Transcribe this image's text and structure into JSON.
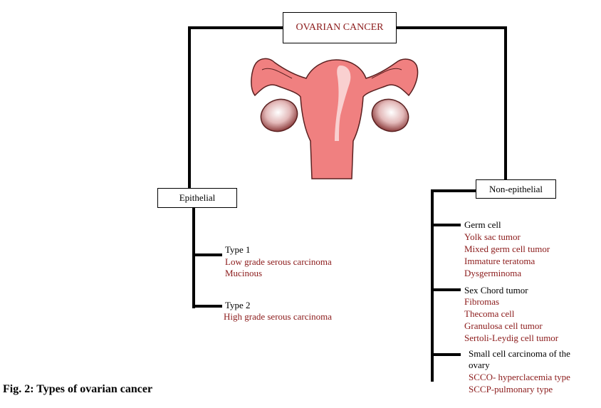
{
  "title": "OVARIAN CANCER",
  "colors": {
    "item_text": "#8b1a1a",
    "uterus_body": "#f08080",
    "uterus_cavity": "#f9d0d0",
    "ovary": "#c9898a",
    "line": "#000000"
  },
  "left_branch": {
    "label": "Epithelial",
    "groups": [
      {
        "heading": "Type 1",
        "items": [
          "Low grade serous carcinoma",
          "Mucinous"
        ]
      },
      {
        "heading": "Type 2",
        "items": [
          "High grade serous carcinoma"
        ]
      }
    ]
  },
  "right_branch": {
    "label": "Non-epithelial",
    "groups": [
      {
        "heading": "Germ cell",
        "items": [
          "Yolk sac tumor",
          "Mixed germ cell tumor",
          "Immature teratoma",
          "Dysgerminoma"
        ]
      },
      {
        "heading": "Sex Chord tumor",
        "items": [
          "Fibromas",
          "Thecoma cell",
          "Granulosa cell tumor",
          "Sertoli-Leydig cell tumor"
        ]
      },
      {
        "heading_line1": "Small cell carcinoma of the",
        "heading_line2": "ovary",
        "items": [
          "SCCO- hyperclacemia type",
          "SCCP-pulmonary type"
        ]
      }
    ]
  },
  "caption": "Fig. 2: Types of ovarian cancer"
}
